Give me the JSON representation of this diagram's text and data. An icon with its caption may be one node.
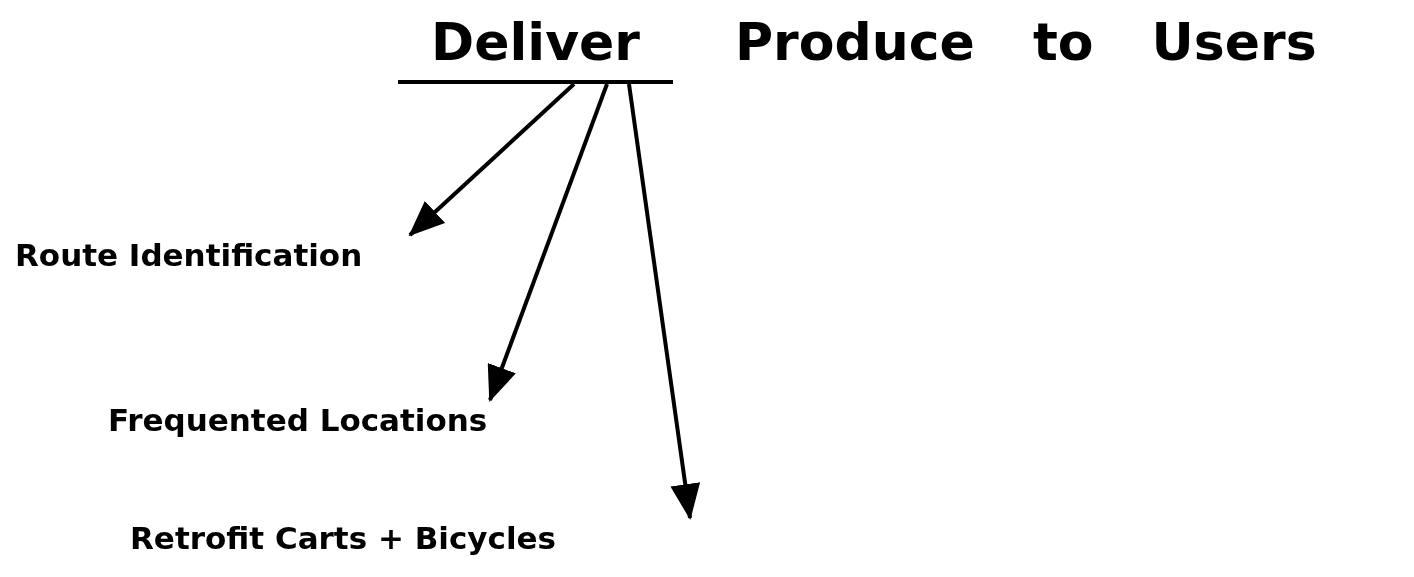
{
  "diagram": {
    "nodes": [
      {
        "text": [
          "Deliver"
        ]
      },
      {
        "text": [
          "Route Identification"
        ]
      },
      {
        "text": [
          "Frequented Locations"
        ]
      },
      {
        "text": [
          "Retrofit Carts + Bicycles"
        ]
      }
    ],
    "edges": [
      {
        "from": 0,
        "to": 1,
        "arrow": "to"
      },
      {
        "from": 0,
        "to": 2,
        "arrow": "to"
      },
      {
        "from": 0,
        "to": 3,
        "arrow": "to"
      }
    ],
    "labels": [
      "Produce to Users"
    ]
  }
}
